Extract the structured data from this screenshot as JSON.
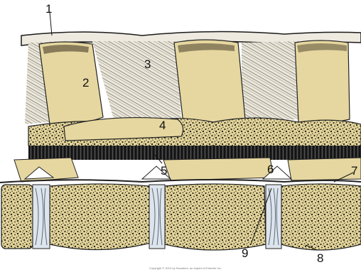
{
  "figure": {
    "labels": [
      "1",
      "2",
      "3",
      "4",
      "5",
      "6",
      "7",
      "8",
      "9"
    ],
    "copyright": "Copyright © 2013 by Saunders, an imprint of Elsevier Inc."
  },
  "colors": {
    "bone": "#e6d8a0",
    "bone_shade": "#cdbd80",
    "ligament": "#ebe7dc",
    "outline": "#1a1a1a",
    "disc": "#dfe6ee",
    "background": "#ffffff"
  }
}
